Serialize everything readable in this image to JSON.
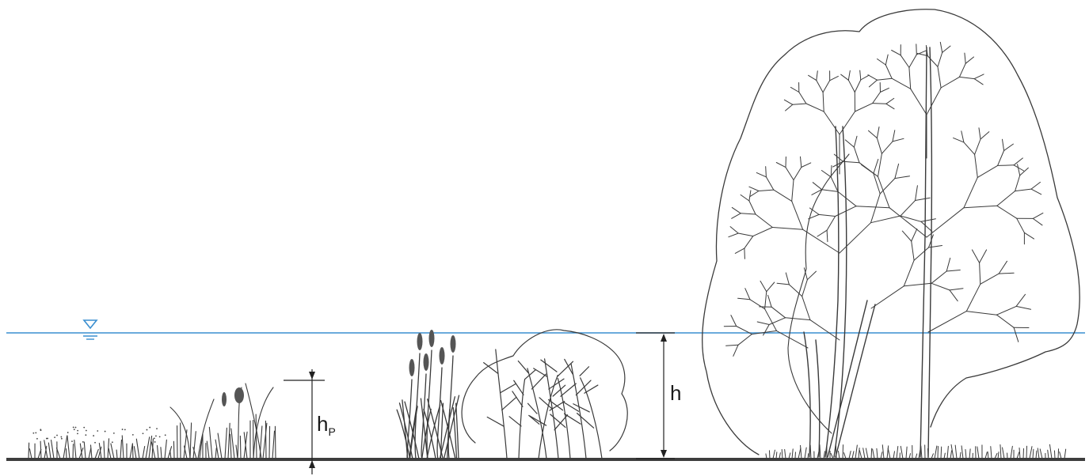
{
  "labels": {
    "flow_depth": "h",
    "plant_height_base": "h",
    "plant_height_sub": "P"
  },
  "colors": {
    "water_line": "#3a8fd0",
    "ground": "#3d3d3d",
    "ink": "#3a3a3a"
  },
  "icons": {
    "water_level_marker": "triangle-down-water-surface-icon"
  }
}
